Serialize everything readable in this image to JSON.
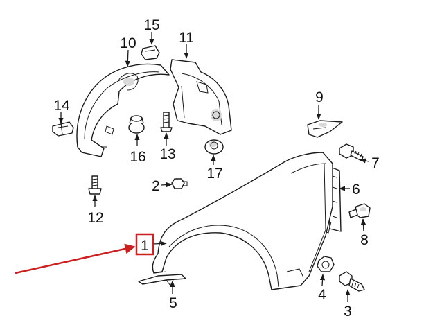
{
  "callouts": {
    "c1": "1",
    "c2": "2",
    "c3": "3",
    "c4": "4",
    "c5": "5",
    "c6": "6",
    "c7": "7",
    "c8": "8",
    "c9": "9",
    "c10": "10",
    "c11": "11",
    "c12": "12",
    "c13": "13",
    "c14": "14",
    "c15": "15",
    "c16": "16",
    "c17": "17"
  },
  "colors": {
    "highlight": "#cc1f1f",
    "line": "#1a1a1a",
    "background": "#ffffff"
  }
}
